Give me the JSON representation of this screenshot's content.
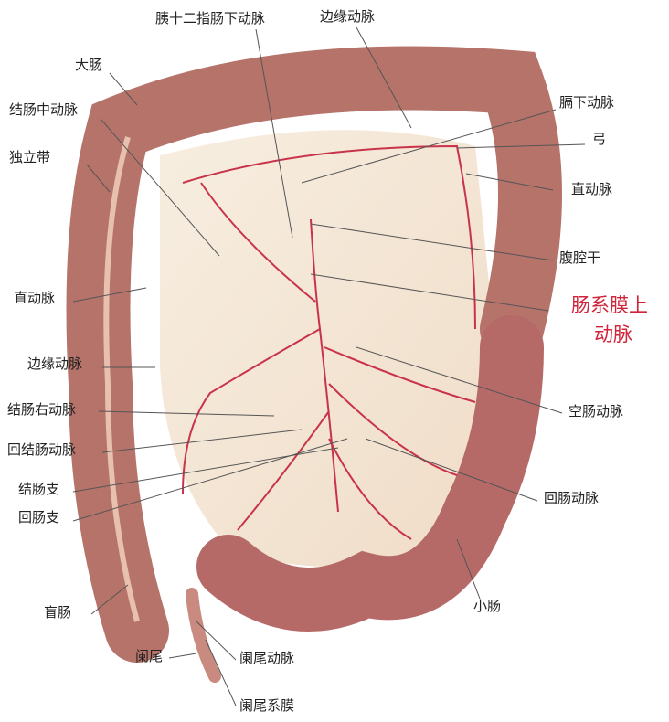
{
  "labels": {
    "pancreaticoduodenal_inferior": "胰十二指肠下动脉",
    "marginal_top": "边缘动脉",
    "large_intestine": "大肠",
    "middle_colic": "结肠中动脉",
    "inferior_phrenic": "膈下动脉",
    "arch": "弓",
    "taenia": "独立带",
    "vasa_recta_right": "直动脉",
    "celiac_trunk": "腹腔干",
    "sma_line1": "肠系膜上",
    "sma_line2": "动脉",
    "vasa_recta_left": "直动脉",
    "marginal_left": "边缘动脉",
    "right_colic": "结肠右动脉",
    "jejunal": "空肠动脉",
    "ileocolic": "回结肠动脉",
    "colic_branch": "结肠支",
    "ileal": "回肠动脉",
    "ileal_branch": "回肠支",
    "cecum": "盲肠",
    "small_intestine": "小肠",
    "appendix": "阑尾",
    "appendicular_artery": "阑尾动脉",
    "mesoappendix": "阑尾系膜"
  },
  "colors": {
    "highlight": "#d0243a",
    "colon": "#b5736a",
    "vessel": "#c8334a"
  }
}
